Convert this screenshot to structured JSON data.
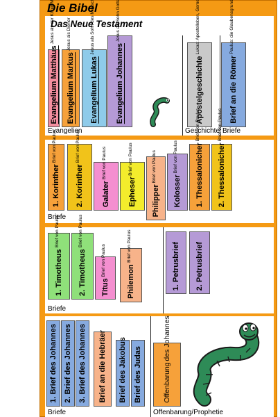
{
  "title": "Die Bibel",
  "subtitle": "Das Neue Testament",
  "colors": {
    "frame": "#f59a14",
    "shelf": "#ffffff",
    "green": "#2e8b57"
  },
  "shelf1": {
    "labels": [
      "Evangelien",
      "Geschichte",
      "Briefe"
    ],
    "books": [
      {
        "name": "Evangelium Matthäus",
        "sub": "Jesus als der König/Messias",
        "color": "#f48fa0"
      },
      {
        "name": "Evangelium Markus",
        "sub": "Jesus als Diener",
        "color": "#f6a13a"
      },
      {
        "name": "Evangelium Lukas",
        "sub": "Jesus als Sohn des Menschen",
        "color": "#8ecbea"
      },
      {
        "name": "Evangelium Johannes",
        "sub": "Jesus als Sohn Gottes",
        "color": "#b59ad6"
      },
      {
        "name": "Apostelgeschichte",
        "sub": "Lukas: Apostelleben, Gemeindebau",
        "color": "#c9c9c9"
      },
      {
        "name": "Brief an die Römer",
        "sub": "Paulus: die Glaubensgrundsätze",
        "color": "#86aadf"
      }
    ]
  },
  "shelf2": {
    "label": "Briefe",
    "books": [
      {
        "name": "1. Korinther",
        "sub": "Brief von Paulus",
        "color": "#f6a13a"
      },
      {
        "name": "2. Korinther",
        "sub": "Brief von Paulus",
        "color": "#f1c31a"
      },
      {
        "name": "Galater",
        "sub": "Brief von Paulus",
        "color": "#f48fd0"
      },
      {
        "name": "Epheser",
        "sub": "Brief von Paulus",
        "color": "#f3ec2c"
      },
      {
        "name": "Philipper",
        "sub": "Brief von Paulus",
        "color": "#f7b38a"
      },
      {
        "name": "Kolosser",
        "sub": "Brief von Paulus",
        "color": "#b59ad6"
      },
      {
        "name": "1. Thessalonicher",
        "sub": "Brief von Paulus",
        "color": "#f6a13a"
      },
      {
        "name": "2. Thessalonicher",
        "sub": "Brief von Paulus",
        "color": "#f1c31a"
      }
    ]
  },
  "shelf3": {
    "label": "Briefe",
    "books": [
      {
        "name": "1. Timotheus",
        "sub": "Brief von Paulus",
        "color": "#8fe07a"
      },
      {
        "name": "2. Timotheus",
        "sub": "Brief von Paulus",
        "color": "#8fe07a"
      },
      {
        "name": "Titus",
        "sub": "Brief von Paulus",
        "color": "#f48fd0"
      },
      {
        "name": "Philemon",
        "sub": "Brief von Paulus",
        "color": "#f7b38a"
      },
      {
        "name": "1. Petrusbrief",
        "sub": "",
        "color": "#b59ad6"
      },
      {
        "name": "2. Petrusbrief",
        "sub": "",
        "color": "#b59ad6"
      }
    ]
  },
  "shelf4": {
    "labels": [
      "Briefe",
      "Offenbarung/Prophetie"
    ],
    "books": [
      {
        "name": "1. Brief des Johannes",
        "color": "#86aadf"
      },
      {
        "name": "2. Brief des Johannes",
        "color": "#86aadf"
      },
      {
        "name": "3. Brief des Johannes",
        "color": "#86aadf"
      },
      {
        "name": "Brief an die Hebräer",
        "color": "#f7b38a"
      },
      {
        "name": "Brief des Jakobus",
        "color": "#86aadf"
      },
      {
        "name": "Brief des Judas",
        "color": "#86aadf"
      },
      {
        "name": "Offenbarung",
        "sub": "des Johannes",
        "color": "#f6a13a"
      }
    ]
  }
}
